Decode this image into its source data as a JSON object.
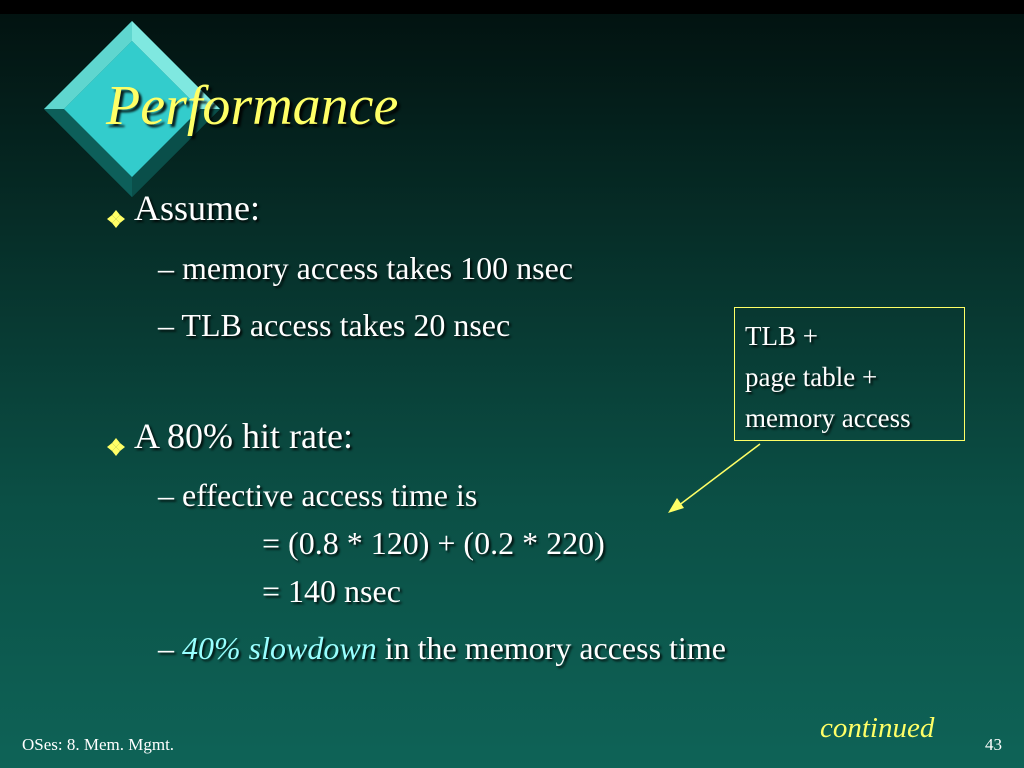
{
  "slide": {
    "title": "Performance",
    "bullet1": "Assume:",
    "bullet1_items": [
      "– memory access takes 100 nsec",
      "– TLB access takes 20 nsec"
    ],
    "bullet2": "A 80% hit rate:",
    "bullet2_item1": "– effective access time is",
    "bullet2_line2": "=  (0.8 * 120) + (0.2 * 220)",
    "bullet2_line3": "=  140 nsec",
    "bullet2_item2_dash": "– ",
    "bullet2_item2_accent": "40% slowdown",
    "bullet2_item2_rest": " in the memory access time",
    "note_lines": [
      "TLB +",
      "page table +",
      "memory access"
    ],
    "continued": "continued",
    "footer_left": "OSes: 8. Mem. Mgmt.",
    "page_number": "43"
  },
  "icons": {
    "bullet": "diamond-bullet-icon",
    "decoration": "teal-diamond-icon"
  },
  "colors": {
    "title": "#ffff66",
    "accent": "#99ffff",
    "diamond": "#33cccc",
    "bullet": "#ffff66",
    "note_border": "#ffff66",
    "arrow": "#ffff66"
  }
}
